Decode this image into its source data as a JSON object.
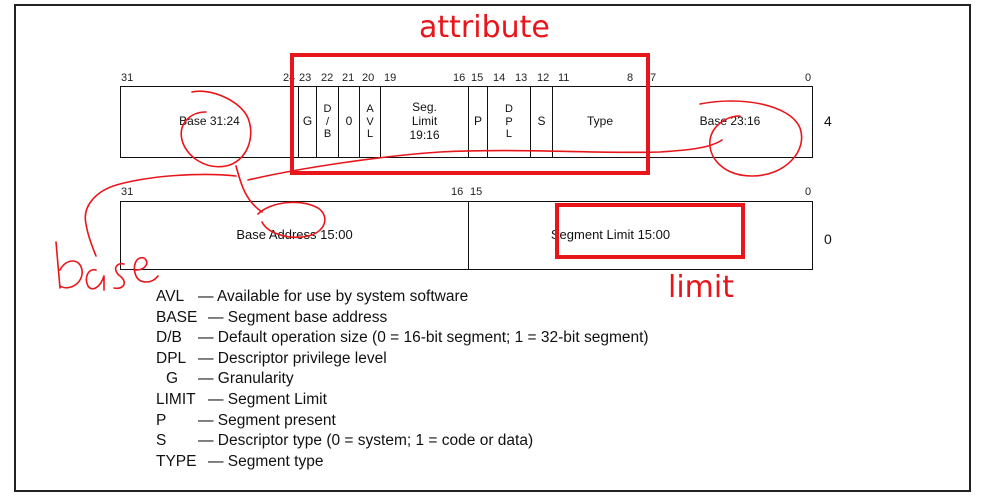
{
  "annotations": {
    "attribute": "attribute",
    "limit": "limit",
    "base": "base"
  },
  "accent_color": "#e8161b",
  "top_row": {
    "bit_numbers": [
      "31",
      "24",
      "23",
      "22",
      "21",
      "20",
      "19",
      "16",
      "15",
      "14",
      "13",
      "12",
      "11",
      "8",
      "7",
      "0"
    ],
    "row_label": "4",
    "base_high": "Base 31:24",
    "g": "G",
    "db": [
      "D",
      "/",
      "B"
    ],
    "zero": "0",
    "avl": [
      "A",
      "V",
      "L"
    ],
    "seg_limit": [
      "Seg.",
      "Limit",
      "19:16"
    ],
    "p": "P",
    "dpl": [
      "D",
      "P",
      "L"
    ],
    "s": "S",
    "type": "Type",
    "base_mid": "Base 23:16"
  },
  "bottom_row": {
    "bit_numbers": [
      "31",
      "16",
      "15",
      "0"
    ],
    "row_label": "0",
    "base_low": "Base Address 15:00",
    "segment_limit": "Segment Limit 15:00"
  },
  "legend": [
    {
      "key": "AVL",
      "desc": "— Available for use by system software"
    },
    {
      "key": "BASE",
      "desc": "— Segment base address"
    },
    {
      "key": "D/B",
      "desc": "— Default operation size (0 = 16-bit segment; 1 = 32-bit segment)"
    },
    {
      "key": "DPL",
      "desc": "— Descriptor privilege level"
    },
    {
      "key": "G",
      "desc": "— Granularity"
    },
    {
      "key": "LIMIT",
      "desc": "— Segment Limit"
    },
    {
      "key": "P",
      "desc": "— Segment present"
    },
    {
      "key": "S",
      "desc": "— Descriptor type (0 = system; 1 = code or data)"
    },
    {
      "key": "TYPE",
      "desc": "— Segment type"
    }
  ]
}
